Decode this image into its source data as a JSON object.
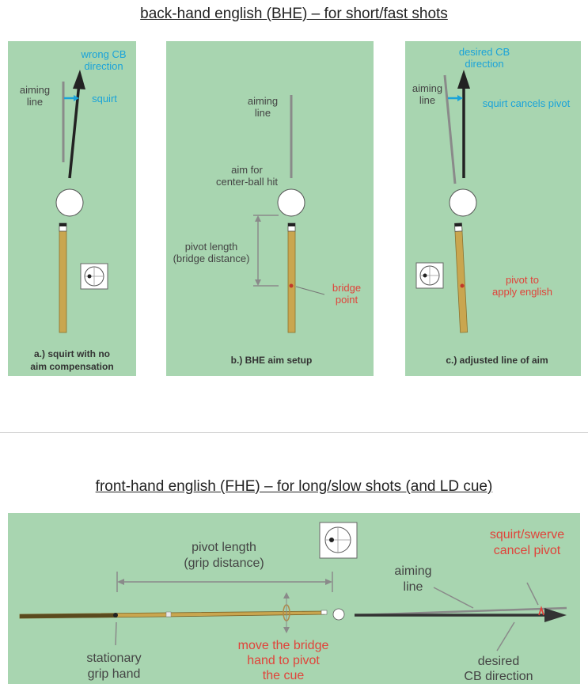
{
  "top_title": "back-hand english (BHE) – for short/fast shots",
  "bottom_title": "front-hand english (FHE) – for long/slow shots (and LD cue)",
  "panel_a": {
    "wrong_cb": "wrong CB\ndirection",
    "aiming_line": "aiming\nline",
    "squirt": "squirt",
    "caption": "a.) squirt with no\naim compensation"
  },
  "panel_b": {
    "aiming_line": "aiming\nline",
    "aim_for": "aim for\ncenter-ball hit",
    "pivot_length": "pivot length\n(bridge distance)",
    "bridge_point": "bridge\npoint",
    "caption": "b.) BHE aim setup"
  },
  "panel_c": {
    "desired_cb": "desired CB\ndirection",
    "aiming_line": "aiming\nline",
    "squirt_cancels": "squirt cancels pivot",
    "pivot_to": "pivot to\napply english",
    "caption": "c.) adjusted line of aim"
  },
  "panel_d": {
    "pivot_length": "pivot length\n(grip distance)",
    "aiming_line": "aiming\nline",
    "squirt_swerve": "squirt/swerve\ncancel pivot",
    "stationary": "stationary\ngrip hand",
    "move_bridge": "move the bridge\nhand to pivot\nthe cue",
    "desired_cb": "desired\nCB direction"
  },
  "colors": {
    "panel": "#a8d5b0",
    "blue": "#1aa3d9",
    "red": "#e0433a",
    "cue": "#c9a64f"
  }
}
